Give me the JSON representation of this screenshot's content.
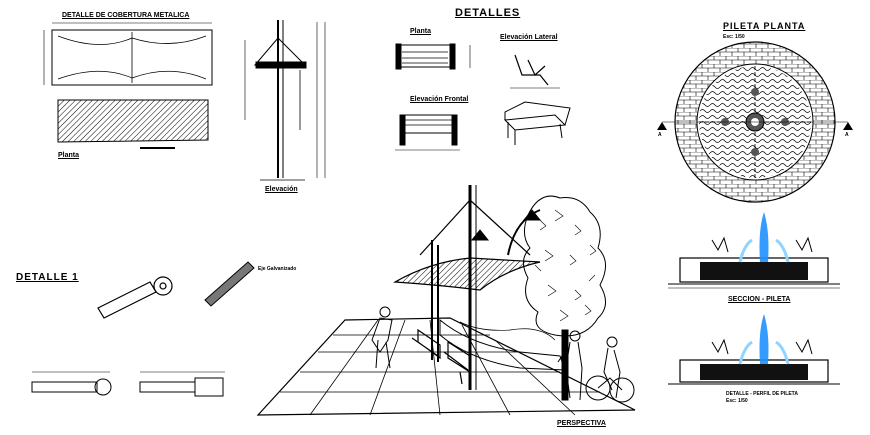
{
  "drawing": {
    "detalles_title": "DETALLES",
    "detalle_1_title": "DETALLE 1",
    "cover_detail_title": "DETALLE DE COBERTURA METALICA",
    "cover_plan_label": "Planta",
    "pole_elevation_label": "Elevación",
    "bench_plan_label": "Planta",
    "bench_side_label": "Elevación Lateral",
    "bench_front_label": "Elevación Frontal",
    "bolt_label": "Eje Galvanizado",
    "perspective_label": "PERSPECTIVA",
    "fountain_plan_title": "PILETA PLANTA",
    "fountain_plan_scale": "Esc: 1/50",
    "fountain_section_title": "SECCION - PILETA",
    "fountain_elevation_title": "DETALLE - PERFIL DE PILETA",
    "fountain_elevation_scale": "Esc: 1/50",
    "section_marker": "A"
  },
  "colors": {
    "line": "#000000",
    "water": "#1e90ff",
    "water_light": "#8fd3ff",
    "background": "#ffffff"
  }
}
